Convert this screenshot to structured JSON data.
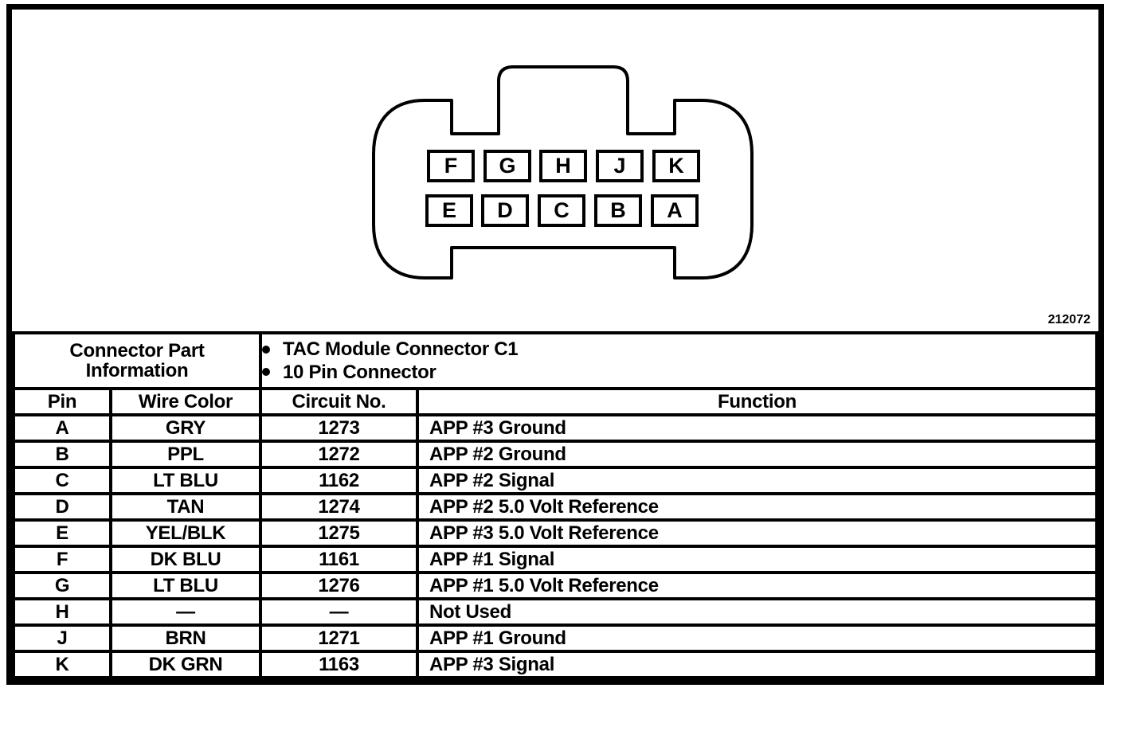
{
  "figure_number": "212072",
  "connector": {
    "pin_rows": [
      [
        "F",
        "G",
        "H",
        "J",
        "K"
      ],
      [
        "E",
        "D",
        "C",
        "B",
        "A"
      ]
    ]
  },
  "info": {
    "label_line1": "Connector Part",
    "label_line2": "Information",
    "bullets": [
      "TAC Module Connector C1",
      "10 Pin Connector"
    ]
  },
  "pin_table": {
    "headers": [
      "Pin",
      "Wire Color",
      "Circuit No.",
      "Function"
    ],
    "rows": [
      {
        "pin": "A",
        "wire_color": "GRY",
        "circuit_no": "1273",
        "function": "APP #3 Ground"
      },
      {
        "pin": "B",
        "wire_color": "PPL",
        "circuit_no": "1272",
        "function": "APP #2 Ground"
      },
      {
        "pin": "C",
        "wire_color": "LT BLU",
        "circuit_no": "1162",
        "function": "APP #2 Signal"
      },
      {
        "pin": "D",
        "wire_color": "TAN",
        "circuit_no": "1274",
        "function": "APP #2 5.0 Volt Reference"
      },
      {
        "pin": "E",
        "wire_color": "YEL/BLK",
        "circuit_no": "1275",
        "function": "APP #3 5.0 Volt Reference"
      },
      {
        "pin": "F",
        "wire_color": "DK BLU",
        "circuit_no": "1161",
        "function": "APP #1 Signal"
      },
      {
        "pin": "G",
        "wire_color": "LT BLU",
        "circuit_no": "1276",
        "function": "APP #1 5.0 Volt Reference"
      },
      {
        "pin": "H",
        "wire_color": "—",
        "circuit_no": "—",
        "function": "Not Used"
      },
      {
        "pin": "J",
        "wire_color": "BRN",
        "circuit_no": "1271",
        "function": "APP #1 Ground"
      },
      {
        "pin": "K",
        "wire_color": "DK GRN",
        "circuit_no": "1163",
        "function": "APP #3 Signal"
      }
    ]
  },
  "colors": {
    "ink": "#000000",
    "paper": "#ffffff"
  }
}
